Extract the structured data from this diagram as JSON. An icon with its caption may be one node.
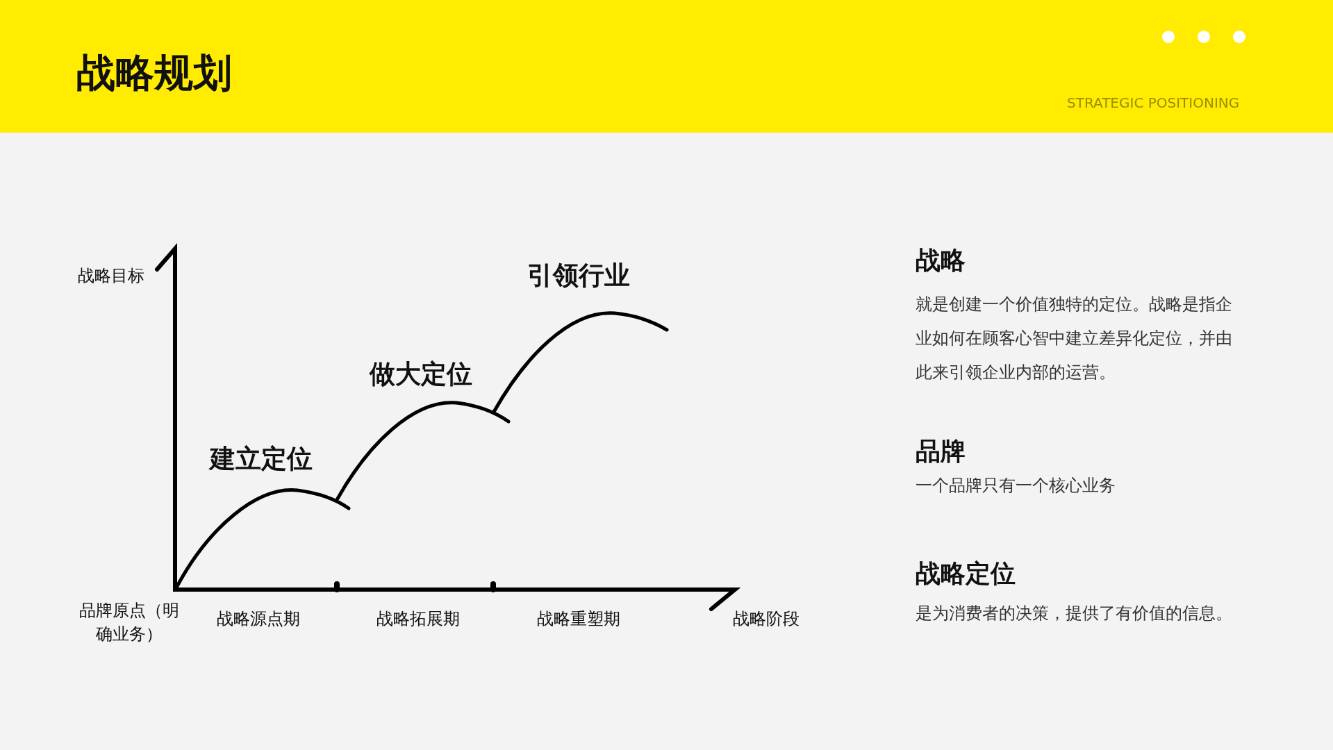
{
  "diagram": {
    "title": "战略规划",
    "labels": [
      "STRATEGIC POSITIONING",
      "战略目标",
      "引领行业",
      "做大定位",
      "建立定位",
      "品牌原点（明确业务）",
      "战略源点期",
      "战略拓展期",
      "战略重塑期",
      "战略阶段",
      "战略",
      "就是创建一个价值独特的定位。战略是指企业如何在顾客心智中建立差异化定位，并由此来引领企业内部的运营。",
      "品牌",
      "一个品牌只有一个核心业务",
      "战略定位",
      "是为消费者的决策，提供了有价值的信息。"
    ]
  }
}
